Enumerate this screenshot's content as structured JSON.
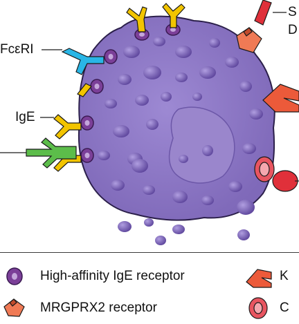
{
  "labels": {
    "fceri": "FcεRI",
    "ige": "IgE",
    "top_right_line1": "S",
    "top_right_line2": "D"
  },
  "legend": {
    "high_affinity": "High-affinity IgE receptor",
    "mrgprx2": "MRGPRX2 receptor",
    "right_top": "K",
    "right_bottom": "C"
  },
  "colors": {
    "cell_body": "#8e78c6",
    "cell_outline": "#2b1f4a",
    "granule": "#6f57ad",
    "nucleus": "#9a86cc",
    "ige_yellow": "#f2c400",
    "fceri_blue": "#29b6e6",
    "green_antibody": "#5cbd4a",
    "receptor_purple": "#7b3f98",
    "mrgprx2_orange": "#f07a55",
    "red_receptor": "#e0303a",
    "pink_receptor": "#e85560"
  }
}
